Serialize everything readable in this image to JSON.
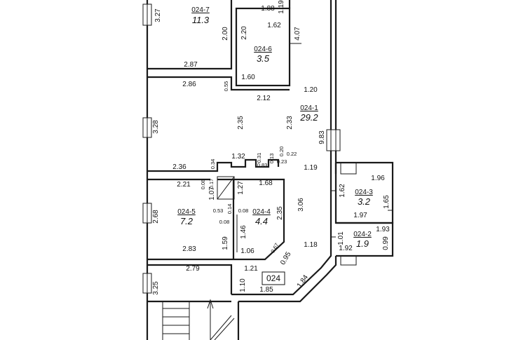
{
  "plan": {
    "label": "024",
    "rooms": [
      {
        "id": "024-7",
        "area": "11.3"
      },
      {
        "id": "024-6",
        "area": "3.5"
      },
      {
        "id": "024-1",
        "area": "29.2"
      },
      {
        "id": "024-5",
        "area": "7.2"
      },
      {
        "id": "024-4",
        "area": "4.4"
      },
      {
        "id": "024-3",
        "area": "3.2"
      },
      {
        "id": "024-2",
        "area": "1.9"
      }
    ],
    "dims": {
      "d3_27": "3.27",
      "d1_88": "1.88",
      "d1_19": "1.19",
      "d1_62a": "1.62",
      "d2_20": "2.20",
      "d2_00": "2.00",
      "d4_07": "4.07",
      "d2_87": "2.87",
      "d1_60": "1.60",
      "d2_86": "2.86",
      "d0_55": "0.55",
      "d2_12": "2.12",
      "d1_20": "1.20",
      "d3_28": "3.28",
      "d2_35a": "2.35",
      "d2_33": "2.33",
      "d9_83": "9.83",
      "d1_32": "1.32",
      "d0_31": "0.31",
      "d0_20": "0.20",
      "d0_34": "0.34",
      "d0_13": "0.13",
      "d0_22": "0.22",
      "d0_83": "0.83",
      "d0_23": "0.23",
      "d2_36": "2.36",
      "d1_19b": "1.19",
      "d0_08a": "0.08",
      "d0_17": "0.17",
      "d2_21": "2.21",
      "d1_27": "1.27",
      "d1_68": "1.68",
      "d1_07": "1.07",
      "d1_96": "1.96",
      "d1_62b": "1.62",
      "d3_06": "3.06",
      "d1_65": "1.65",
      "d2_68": "2.68",
      "d0_53": "0.53",
      "d0_14": "0.14",
      "d0_08b": "0.08",
      "d0_08c": "0.08",
      "d2_35b": "2.35",
      "d1_97": "1.97",
      "d1_46": "1.46",
      "d1_01": "1.01",
      "d1_93": "1.93",
      "d1_59": "1.59",
      "d0_67": "0.67",
      "d1_18": "1.18",
      "d0_99": "0.99",
      "d1_92": "1.92",
      "d2_83": "2.83",
      "d1_06": "1.06",
      "d0_95": "0.95",
      "d2_79": "2.79",
      "d1_21": "1.21",
      "d1_84": "1.84",
      "d3_25": "3.25",
      "d1_10": "1.10",
      "d1_85": "1.85"
    }
  }
}
